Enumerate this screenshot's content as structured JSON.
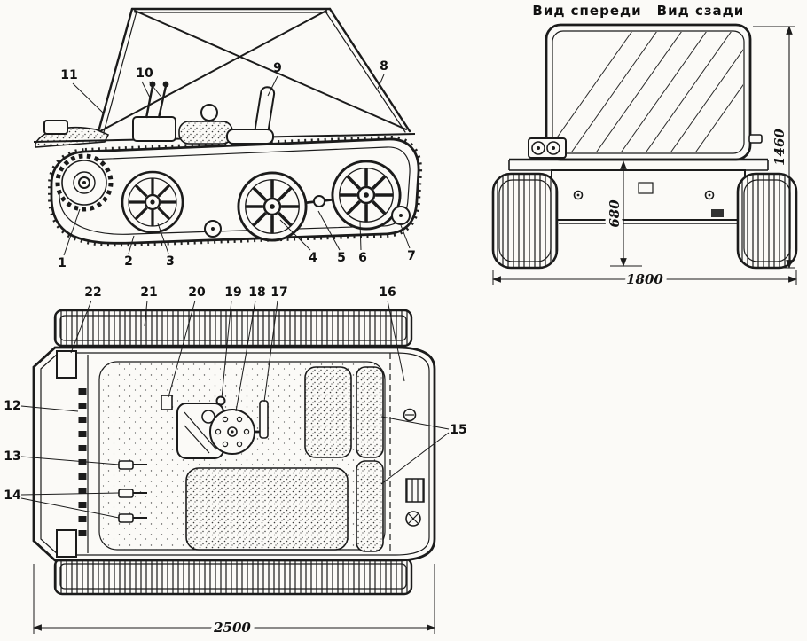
{
  "colors": {
    "paper": "#fbfaf7",
    "ink": "#1b1b1b"
  },
  "views": {
    "front": {
      "label": "Вид спереди"
    },
    "rear": {
      "label": "Вид сзади"
    }
  },
  "dimensions": {
    "overall_height": "1460",
    "platform_height": "680",
    "overall_width": "1800",
    "overall_length": "2500"
  },
  "callouts": {
    "side": [
      "1",
      "2",
      "3",
      "4",
      "5",
      "6",
      "7",
      "8",
      "9",
      "10",
      "11"
    ],
    "plan": [
      "12",
      "13",
      "14",
      "15",
      "16",
      "17",
      "18",
      "19",
      "20",
      "21",
      "22"
    ]
  }
}
